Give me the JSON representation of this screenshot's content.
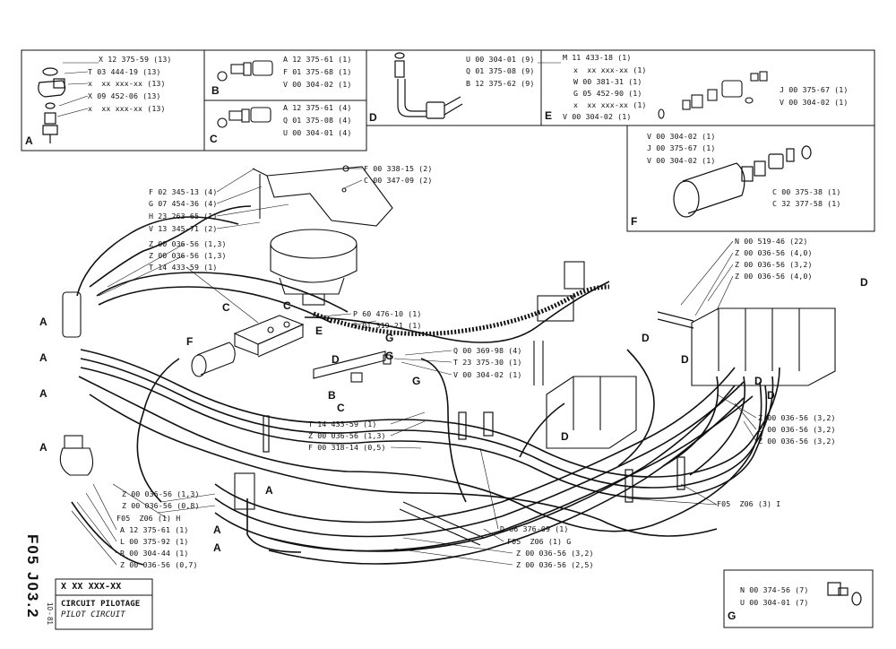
{
  "page_id": "F05  J03.2",
  "rev_code": "10 - 81",
  "title_block": {
    "ref": "X XX XXX-XX",
    "title_fr": "CIRCUIT PILOTAGE",
    "title_en": "PILOT CIRCUIT"
  },
  "detail_A": {
    "letter": "A",
    "parts": [
      "X 12 375-59 (13)",
      "T 03 444-19 (13)",
      "x  xx xxx-xx (13)",
      "X 09 452-06 (13)",
      "x  xx xxx-xx (13)"
    ]
  },
  "detail_BC": {
    "letter_b": "B",
    "letter_c": "C",
    "parts_b": [
      "A 12 375-61 (1)",
      "F 01 375-68 (1)",
      "V 00 304-02 (1)"
    ],
    "parts_c": [
      "A 12 375-61 (4)",
      "Q 01 375-08 (4)",
      "U 00 304-01 (4)"
    ]
  },
  "detail_D": {
    "letter": "D",
    "parts": [
      "U 00 304-01 (9)",
      "Q 01 375-08 (9)",
      "B 12 375-62 (9)"
    ]
  },
  "detail_E": {
    "letter": "E",
    "parts": [
      "M 11 433-18 (1)",
      "x  xx xxx-xx (1)",
      "W 00 381-31 (1)",
      "G 05 452-90 (1)",
      "x  xx xxx-xx (1)",
      "V 00 304-02 (1)",
      "J 00 375-67 (1)",
      "V 00 304-02 (1)"
    ]
  },
  "detail_F": {
    "letter": "F",
    "parts": [
      "V 00 304-02 (1)",
      "J 00 375-67 (1)",
      "V 00 304-02 (1)",
      "C 00 375-38 (1)",
      "C 32 377-58 (1)"
    ]
  },
  "detail_G": {
    "letter": "G",
    "parts": [
      "N 00 374-56 (7)",
      "U 00 304-01 (7)"
    ]
  },
  "main_labels": [
    "F 00 338-15 (2)",
    "C 00 347-09 (2)",
    "F 02 345-13 (4)",
    "G 07 454-36 (4)",
    "H 23 263-65 (1)",
    "V 13 345-71 (2)",
    "Z 00 036-56 (1,3)",
    "Z 00 036-56 (1,3)",
    "T 14 433-59 (1)",
    "P 60 476-10 (1)",
    "S 01 319-21 (1)",
    "Q 00 369-98 (4)",
    "T 23 375-30 (1)",
    "V 00 304-02 (1)",
    "T 14 433-59 (1)",
    "Z 00 036-56 (1,3)",
    "F 00 318-14 (0,5)",
    "N 00 519-46 (22)",
    "Z 00 036-56 (4,0)",
    "Z 00 036-56 (3,2)",
    "Z 00 036-56 (4,0)",
    "Z 00 036-56 (3,2)",
    "Z 00 036-56 (3,2)",
    "Z 00 036-56 (3,2)",
    "Z 00 036-56 (1,3)",
    "Z 00 036-56 (0,8)",
    "F05  Z06 (1) H",
    "A 12 375-61 (1)",
    "L 00 375-92 (1)",
    "R 00 304-44 (1)",
    "Z 00 036-56 (0,7)",
    "F05  Z06 (3) I",
    "D 06 376-09 (1)",
    "F05  Z06 (1) G",
    "Z 00 036-56 (3,2)",
    "Z 00 036-56 (2,5)"
  ],
  "callout_letters": [
    "A",
    "A",
    "A",
    "A",
    "A",
    "A",
    "A",
    "B",
    "C",
    "C",
    "D",
    "D",
    "D",
    "D",
    "D",
    "D",
    "E",
    "F",
    "G",
    "G",
    "G",
    "D",
    "C"
  ]
}
